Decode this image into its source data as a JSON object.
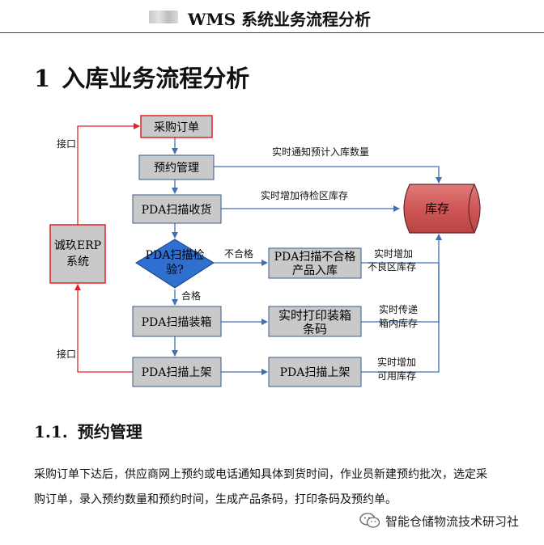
{
  "header": {
    "title": "WMS 系统业务流程分析"
  },
  "section": {
    "number": "1",
    "title": "入库业务流程分析"
  },
  "diagram": {
    "nodes": {
      "purchase_order": "采购订单",
      "reservation": "预约管理",
      "pda_receive": "PDA扫描收货",
      "inspect_line1": "PDA扫描检",
      "inspect_line2": "验?",
      "reject_line1": "PDA扫描不合格",
      "reject_line2": "产品入库",
      "pda_pack": "PDA扫描装箱",
      "print_line1": "实时打印装箱",
      "print_line2": "条码",
      "pda_shelf": "PDA扫描上架",
      "pda_shelf_2": "PDA扫描上架",
      "erp_line1": "诚玖ERP",
      "erp_line2": "系统",
      "inventory": "库存"
    },
    "labels": {
      "interface_top": "接口",
      "interface_bottom": "接口",
      "notify_expected": "实时通知预计入库数量",
      "add_pending": "实时增加待检区库存",
      "unqualified": "不合格",
      "qualified": "合格",
      "add_bad_l1": "实时增加",
      "add_bad_l2": "不良区库存",
      "sync_box_l1": "实时传递",
      "sync_box_l2": "箱内库存",
      "add_avail_l1": "实时增加",
      "add_avail_l2": "可用库存"
    }
  },
  "subsection": {
    "number": "1.1.",
    "title": "预约管理"
  },
  "paragraph": {
    "line1": "采购订单下达后，供应商网上预约或电话通知具体到货时间，作业员新建预约批次，选定采",
    "line2": "购订单，录入预约数量和预约时间，生成产品条码，打印条码及预约单。"
  },
  "watermark": {
    "text": "智能仓储物流技术研习社",
    "icon": "wechat-icon"
  },
  "colors": {
    "box_fill": "#c9c9c9",
    "box_border": "#3a5a8c",
    "arrow": "#3f6fb5",
    "red_line": "#e02424",
    "diamond": "#2f6fd0",
    "inventory_fill": "#d15a5a"
  }
}
